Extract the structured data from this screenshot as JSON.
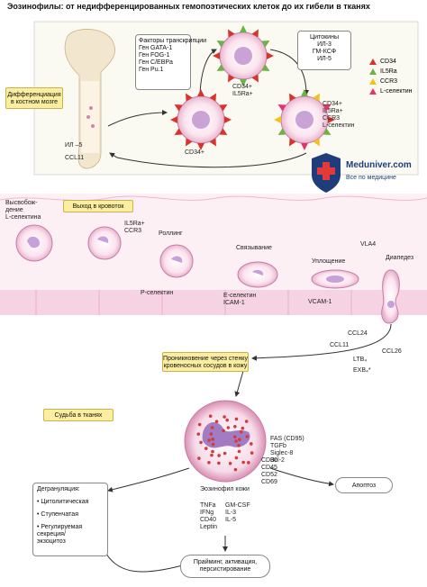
{
  "title": "Эозинофилы: от недифференцированных гемопоэтических клеток до их гибели в тканях",
  "bone_marrow": {
    "label": "Дифференциация в костном мозге",
    "transcription_factors": [
      "Факторы транскрипции",
      "Ген GATA-1",
      "Ген FOG-1",
      "Ген C/EBPa",
      "Ген Pu.1"
    ],
    "cytokines": [
      "Цитокины",
      "ИЛ-3",
      "ГМ-КСФ",
      "ИЛ-5"
    ],
    "cd34_label": "CD34+",
    "cd34_il5_label": "CD34+\nIL5Ra+",
    "cd34_full_label": "CD34+\nIL5Ra+\nCCR3\nL-селектин",
    "il5_label": "ИЛ –5",
    "ccl11_label": "CCL11"
  },
  "legend": [
    {
      "label": "CD34",
      "color": "#d8342c"
    },
    {
      "label": "IL5Ra",
      "color": "#6db33f"
    },
    {
      "label": "CCR3",
      "color": "#f2c21a"
    },
    {
      "label": "L-селектин",
      "color": "#e5336f"
    }
  ],
  "logo": {
    "brand": "Meduniver.com",
    "tagline": "Все по медицине"
  },
  "blood": {
    "exit_label": "Выход в кровоток",
    "release_label": "Высвобож-\nдение\nL-селектина",
    "il5_ccr3": "IL5Ra+\nCCR3",
    "rolling": "Роллинг",
    "binding": "Связывание",
    "flattening": "Уплощение",
    "diapedesis": "Диапедез",
    "vla4": "VLA4",
    "p_selectin": "P-селектин",
    "e_selectin": "E-селектин\nICAM-1",
    "vcam": "VCAM-1",
    "ccl24": "CCL24",
    "ccl11": "CCL11",
    "ccl26": "CCL26",
    "ltb4": "LTB₄",
    "exb4": "EXB₄*"
  },
  "penetration_label": "Проникновение через стенку\nкровеносных сосудов в кожу",
  "tissue": {
    "fate_label": "Судьба в тканях",
    "skin_eosinophil": "Эозинофил кожи",
    "death_signals": [
      "FAS (CD95)",
      "TGFb",
      "Siglec-8",
      "Bcl-2"
    ],
    "surface": [
      "CD30",
      "CD45",
      "CD52",
      "CD69"
    ],
    "apoptosis": "Апоптоз",
    "degranulation_title": "Дегрануляция:",
    "degranulation_items": [
      "Цитолитическая",
      "Ступенчатая",
      "Регулируемая\nсекреция/\nэкзоцитоз"
    ],
    "mediators_left": [
      "TNFa",
      "IFNg",
      "CD40",
      "Leptin"
    ],
    "mediators_right": [
      "GM-CSF",
      "IL-3",
      "IL-5"
    ],
    "priming": "Прайминг, активация,\nперсистирование"
  }
}
